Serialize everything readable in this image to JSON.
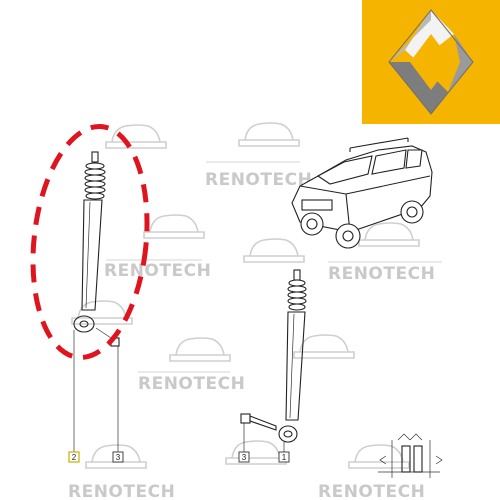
{
  "brand": {
    "logo_name": "renault-diamond-logo",
    "logo_background": "#f5b400",
    "logo_face_light": "#f3f3f3",
    "logo_face_mid": "#b8b8b8",
    "logo_face_dark": "#7d7d7d"
  },
  "watermarks": [
    {
      "text": "RENOTECH"
    },
    {
      "text": "RENOTECH"
    },
    {
      "text": "RENOTECH"
    },
    {
      "text": "RENOTECH"
    },
    {
      "text": "RENOTECH"
    },
    {
      "text": "RENOTECH"
    }
  ],
  "callouts": {
    "left_absorber": "2",
    "left_bolt": "3",
    "right_bolt": "3",
    "right_absorber": "1"
  },
  "highlight": {
    "color": "#e0141e",
    "style": "dashed-ellipse"
  },
  "icons": [
    "shock-absorber-icon",
    "bolt-icon",
    "suv-vehicle-icon",
    "mounting-detail-icon"
  ]
}
